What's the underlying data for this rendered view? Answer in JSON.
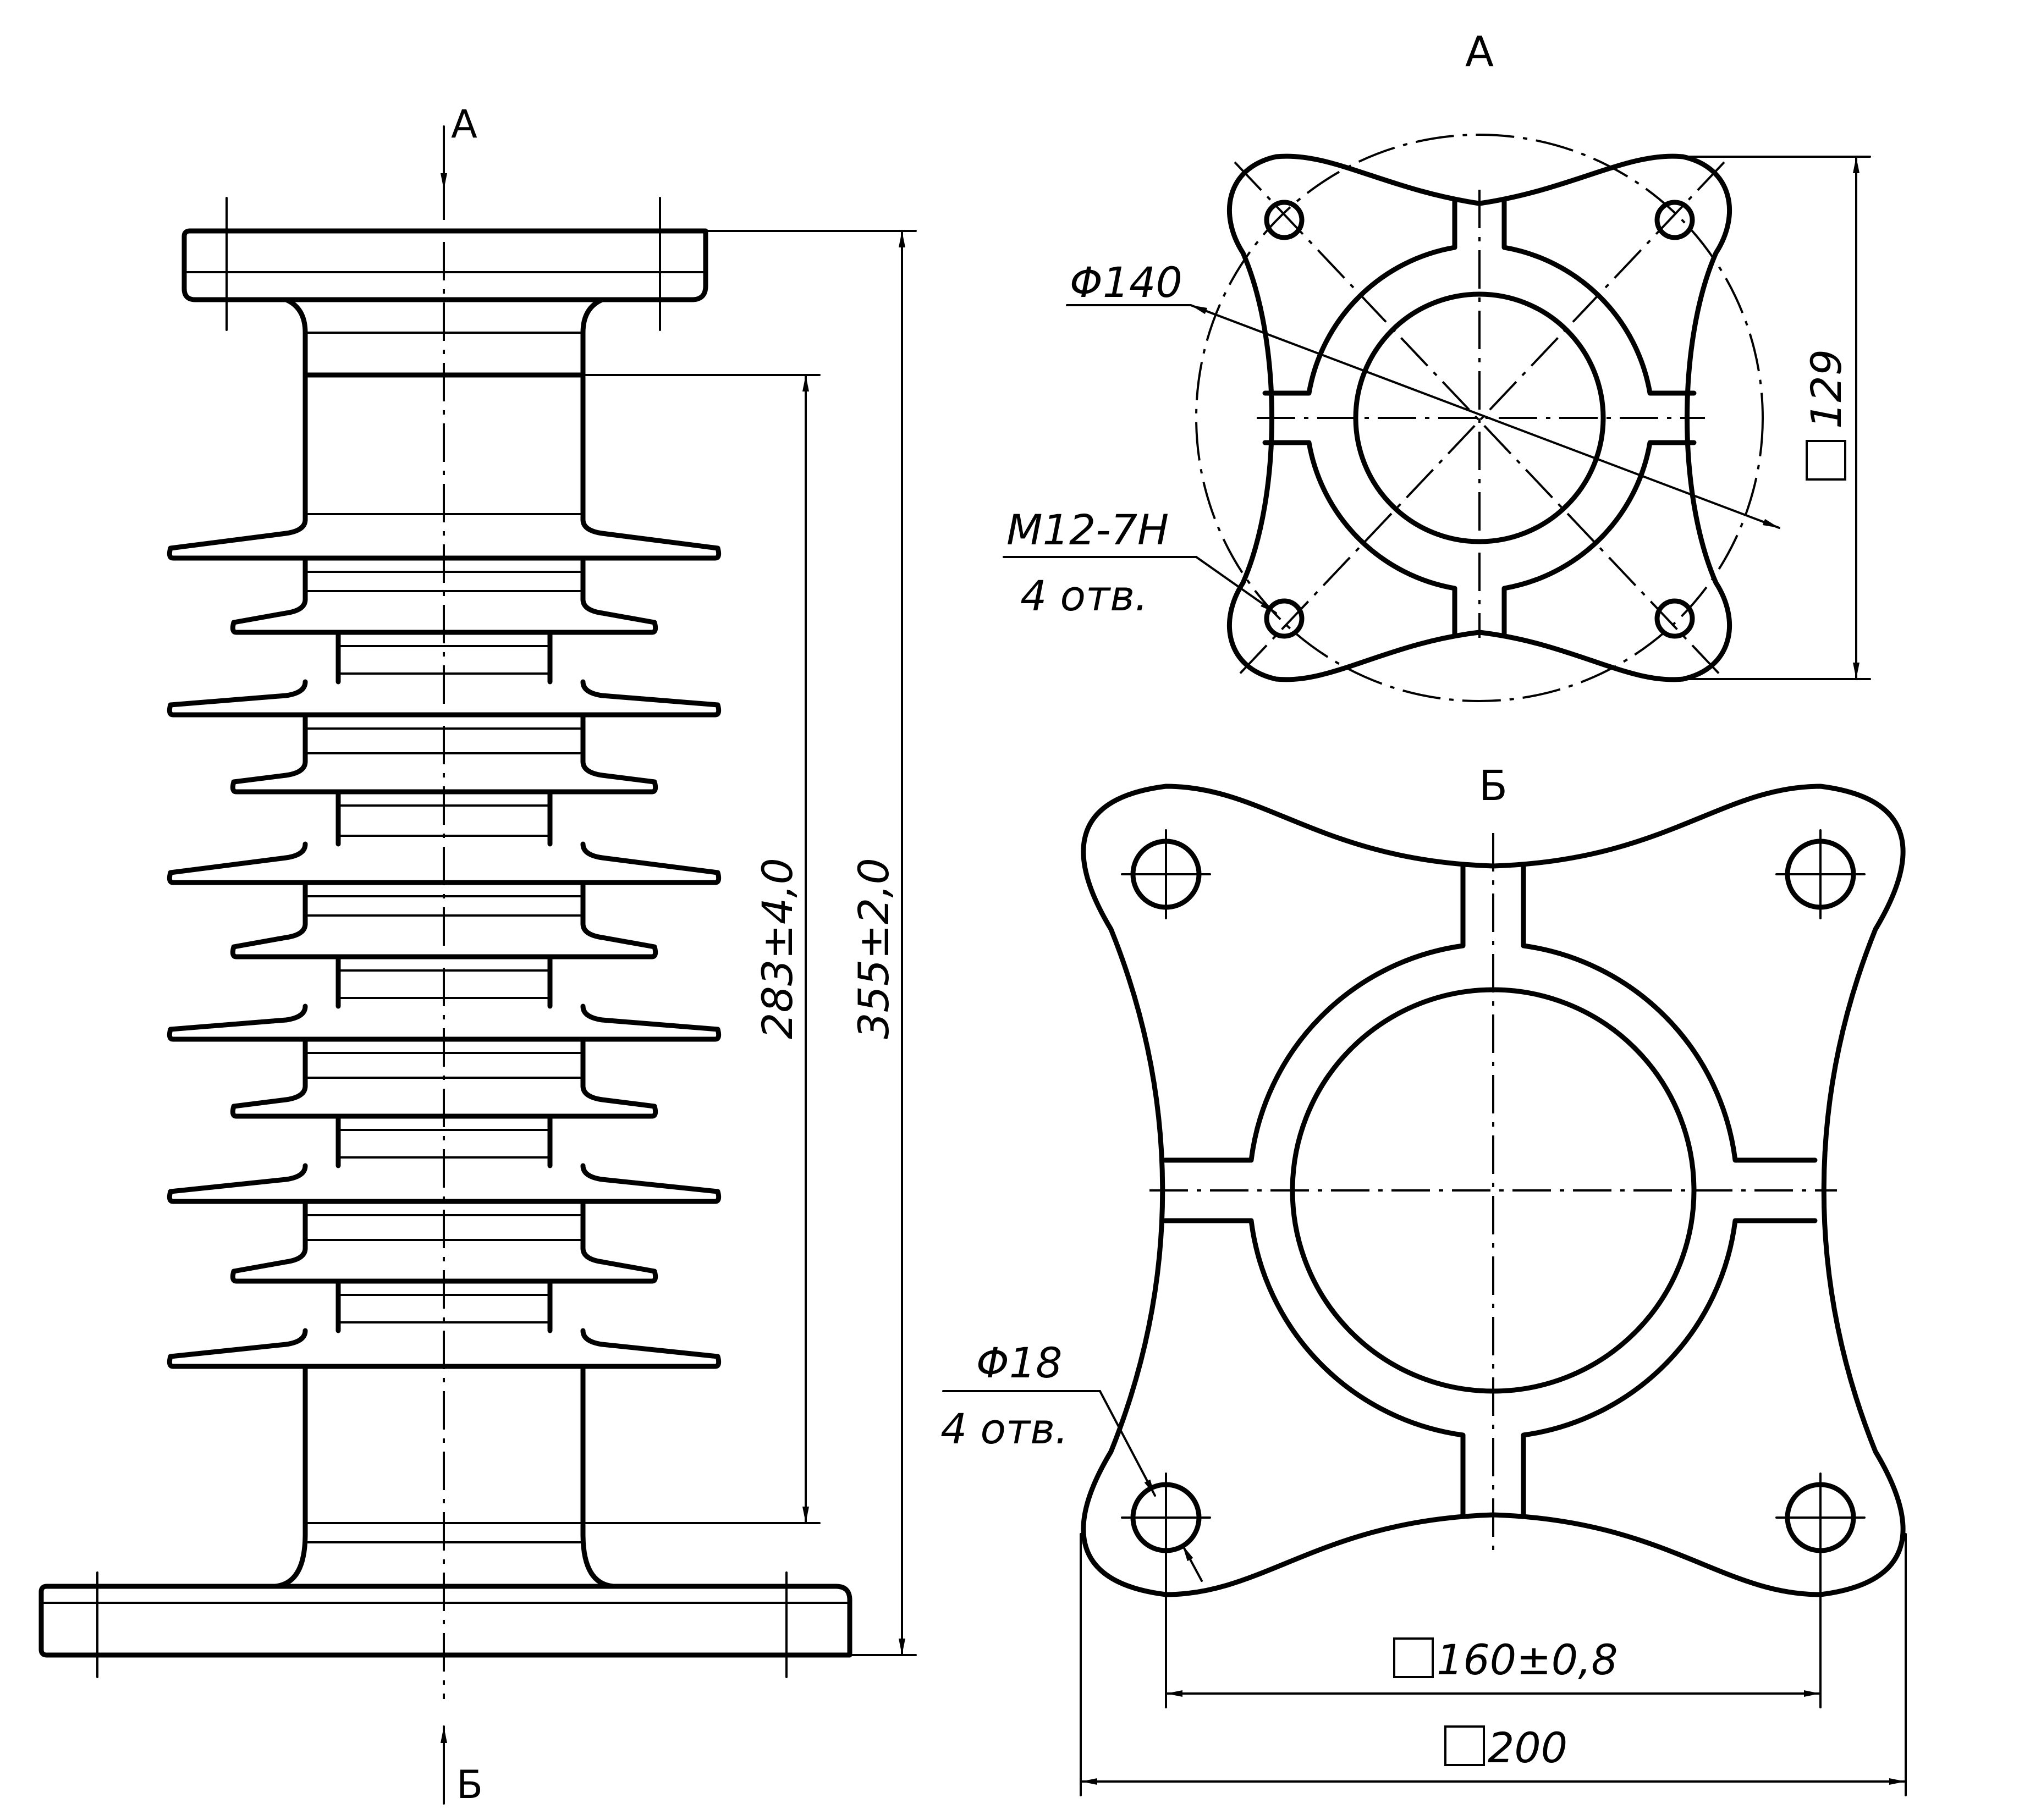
{
  "side_view": {
    "section_top": "А",
    "section_bottom": "Б",
    "dim_inner": "283±4,0",
    "dim_total": "355±2,0"
  },
  "view_a": {
    "title": "А",
    "dia_circle": "Φ140",
    "thread_spec": "М12-7Н",
    "thread_count": "4 отв.",
    "square_size": "129"
  },
  "view_b": {
    "title": "Б",
    "hole_dia": "Φ18",
    "hole_count": "4 отв.",
    "square_inner": "160±0,8",
    "square_outer": "200"
  }
}
